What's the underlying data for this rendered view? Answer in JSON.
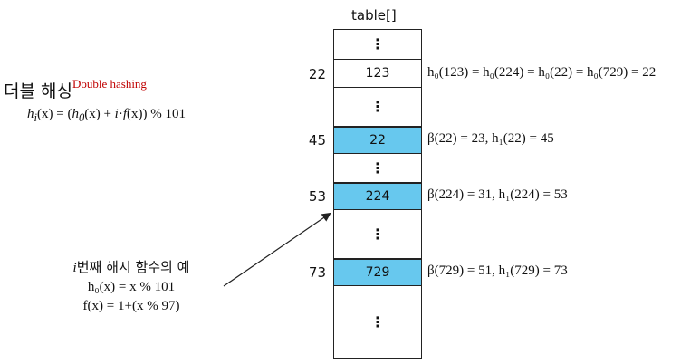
{
  "title": {
    "korean": "더블 해싱",
    "english": "Double hashing"
  },
  "formula": {
    "lhs_h": "h",
    "lhs_sub": "i",
    "lhs_arg": "(x)",
    "eq": " = (",
    "h0": "h",
    "h0_sub": "0",
    "h0_arg": "(x) + ",
    "i": "i",
    "dot": "·",
    "f": "f",
    "farg": "(x)) % 101"
  },
  "table": {
    "label": "table[]",
    "cells": [
      {
        "value": ""
      },
      {
        "value": "123"
      },
      {
        "value": ""
      },
      {
        "value": "22"
      },
      {
        "value": ""
      },
      {
        "value": "224"
      },
      {
        "value": ""
      },
      {
        "value": "729"
      },
      {
        "value": ""
      }
    ],
    "dots": "⋮"
  },
  "indices": [
    "22",
    "45",
    "53",
    "73"
  ],
  "annotations": {
    "row123": "h₀(123) = h₀(224) = h₀(22) = h₀(729) = 22",
    "row22": "β(22) = 23, h₁(22) = 45",
    "row224": "β(224) = 31, h₁(224) = 53",
    "row729": "β(729) = 51, h₁(729) = 73"
  },
  "example": {
    "line1_i": "i",
    "line1_rest": "번째 해시 함수의 예",
    "line2": "h₀(x) = x % 101",
    "line3": "f(x) = 1+(x % 97)"
  },
  "colors": {
    "highlight": "#67c8ee",
    "english_title": "#c00000"
  }
}
